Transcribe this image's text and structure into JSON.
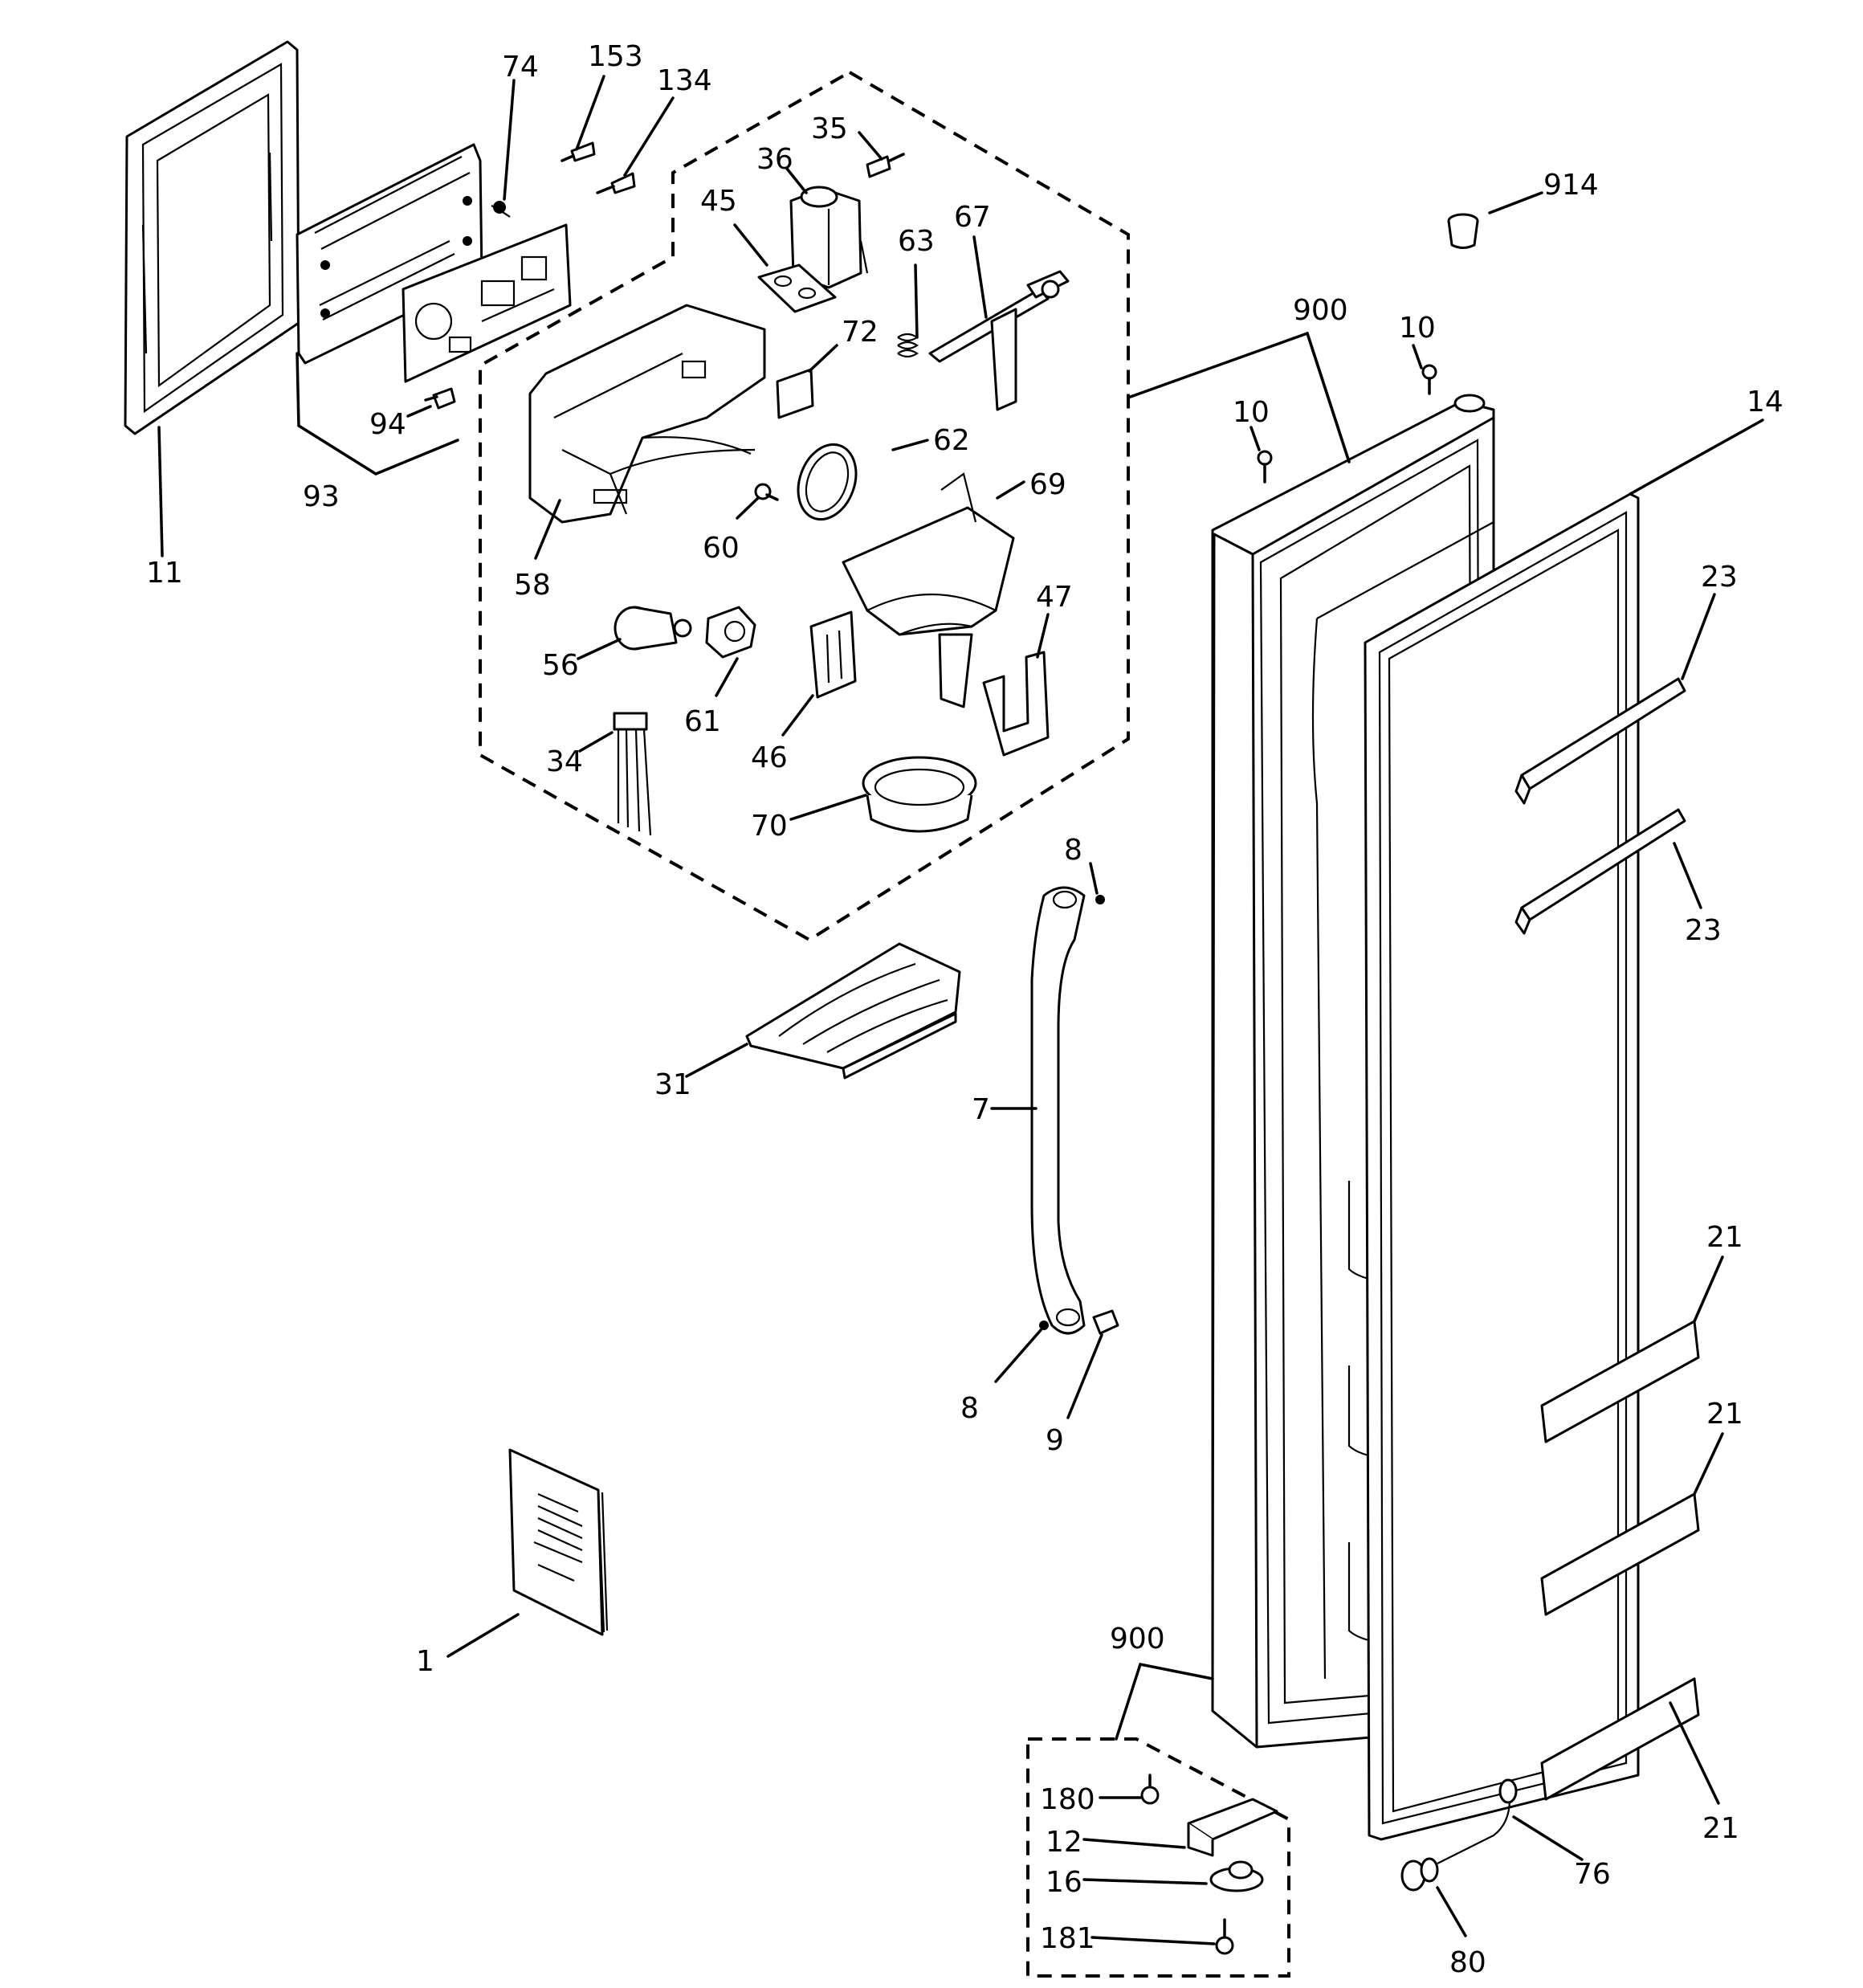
{
  "diagram": {
    "type": "exploded-parts-diagram",
    "labels": {
      "l11": "11",
      "l93": "93",
      "l74": "74",
      "l153": "153",
      "l134": "134",
      "l94": "94",
      "l35": "35",
      "l36": "36",
      "l45": "45",
      "l63": "63",
      "l67": "67",
      "l72": "72",
      "l62": "62",
      "l69": "69",
      "l60": "60",
      "l58": "58",
      "l56": "56",
      "l61": "61",
      "l47": "47",
      "l46": "46",
      "l34": "34",
      "l70": "70",
      "l914": "914",
      "l900a": "900",
      "l10a": "10",
      "l10b": "10",
      "l14": "14",
      "l23a": "23",
      "l23b": "23",
      "l8a": "8",
      "l7": "7",
      "l31": "31",
      "l8b": "8",
      "l9": "9",
      "l21a": "21",
      "l21b": "21",
      "l21c": "21",
      "l1": "1",
      "l900b": "900",
      "l180": "180",
      "l12": "12",
      "l16": "16",
      "l181": "181",
      "l76": "76",
      "l80": "80"
    }
  }
}
